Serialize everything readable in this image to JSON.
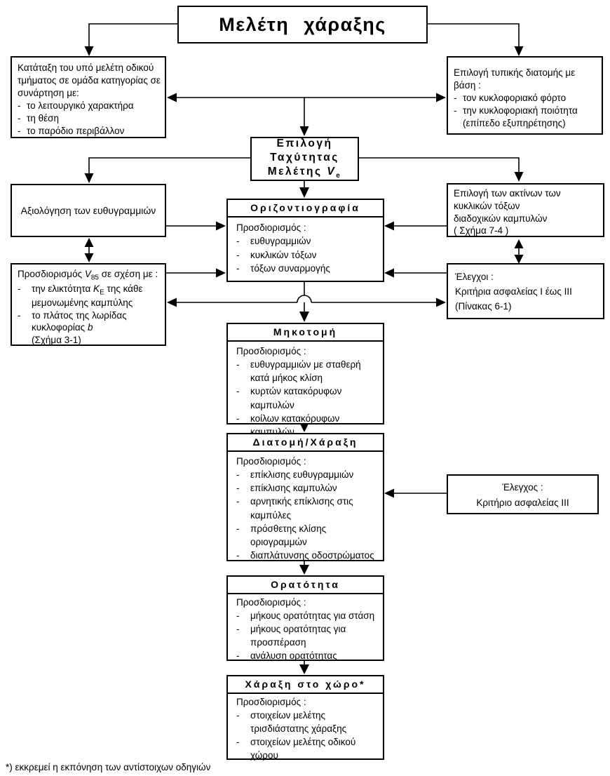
{
  "colors": {
    "line": "#000000",
    "background": "#ffffff"
  },
  "bullet_char": "-",
  "title_box": {
    "label": "Μελέτη χάραξης"
  },
  "classification_box": {
    "intro": "Κατάταξη του υπό μελέτη οδικού τμήματος σε ομάδα κατηγορίας σε συνάρτηση με:",
    "items": [
      "το λειτουργικό χαρακτήρα",
      "τη θέση",
      "το παρόδιο περιβάλλον"
    ]
  },
  "cross_section_box": {
    "intro": "Επιλογή τυπικής διατομής με βάση :",
    "items": [
      "τον κυκλοφοριακό φόρτο",
      "την κυκλοφοριακή ποιότητα (επίπεδο εξυπηρέτησης)"
    ]
  },
  "speed_box": {
    "line1": "Επιλογή",
    "line2": "Ταχύτητας",
    "line3_prefix": "Μελέτης ",
    "line3_symbol": "V",
    "line3_sub": "e"
  },
  "alignment_eval_box": {
    "label": "Αξιολόγηση των ευθυγραμμιών"
  },
  "horizontal_alignment_box": {
    "header": "Οριζοντιογραφία",
    "intro": "Προσδιορισμός :",
    "items": [
      "ευθυγραμμιών",
      "κυκλικών τόξων",
      "τόξων συναρμογής"
    ]
  },
  "radii_box": {
    "lines": [
      "Επιλογή των ακτίνων των",
      "κυκλικών τόξων",
      "διαδοχικών καμπυλών",
      "( Σχήμα 7-4 )"
    ]
  },
  "v85_box": {
    "intro_prefix": "Προσδιορισμός ",
    "intro_symbol": "V",
    "intro_sub": "85",
    "intro_suffix": " σε σχέση με :",
    "item1_prefix": "την ελικτότητα ",
    "item1_symbol": "K",
    "item1_sub": "E",
    "item1_suffix": " της κάθε μεμονωμένης καμπύλης",
    "item2_prefix": "το πλάτος της λωρίδας κυκλοφορίας ",
    "item2_symbol": "b",
    "item2_note": "(Σχήμα 3-1)"
  },
  "safety_checks_box": {
    "lines": [
      "Έλεγχοι :",
      "Κριτήρια ασφαλείας Ι έως ΙΙΙ",
      "(Πίνακας 6-1)"
    ]
  },
  "profile_box": {
    "header": "Μηκοτομή",
    "intro": "Προσδιορισμός :",
    "items": [
      "ευθυγραμμιών με σταθερή κατά μήκος  κλίση",
      "κυρτών κατακόρυφων καμπυλών",
      "κοίλων κατακόρυφων καμπυλών"
    ]
  },
  "section_box": {
    "header": "Διατομή/Χάραξη",
    "intro": "Προσδιορισμός :",
    "items": [
      "επίκλισης ευθυγραμμιών",
      "επίκλισης καμπυλών",
      "αρνητικής επίκλισης στις καμπύλες",
      "πρόσθετης κλίσης οριογραμμών",
      "διαπλάτυνσης οδοστρώματος"
    ]
  },
  "safety_check3_box": {
    "lines": [
      "Έλεγχος :",
      "Κριτήριο ασφαλείας ΙΙΙ"
    ]
  },
  "visibility_box": {
    "header": "Ορατότητα",
    "intro": "Προσδιορισμός :",
    "items": [
      "μήκους ορατότητας για στάση",
      "μήκους ορατότητας για προσπέραση",
      "ανάλυση ορατότητας"
    ]
  },
  "space_box": {
    "header": "Χάραξη στο χώρο*",
    "intro": "Προσδιορισμός :",
    "items": [
      "στοιχείων μελέτης τρισδιάστατης χάραξης",
      "στοιχείων μελέτης οδικού χώρου"
    ]
  },
  "footnote": "*) εκκρεμεί  η εκπόνηση των αντίστοιχων οδηγιών"
}
